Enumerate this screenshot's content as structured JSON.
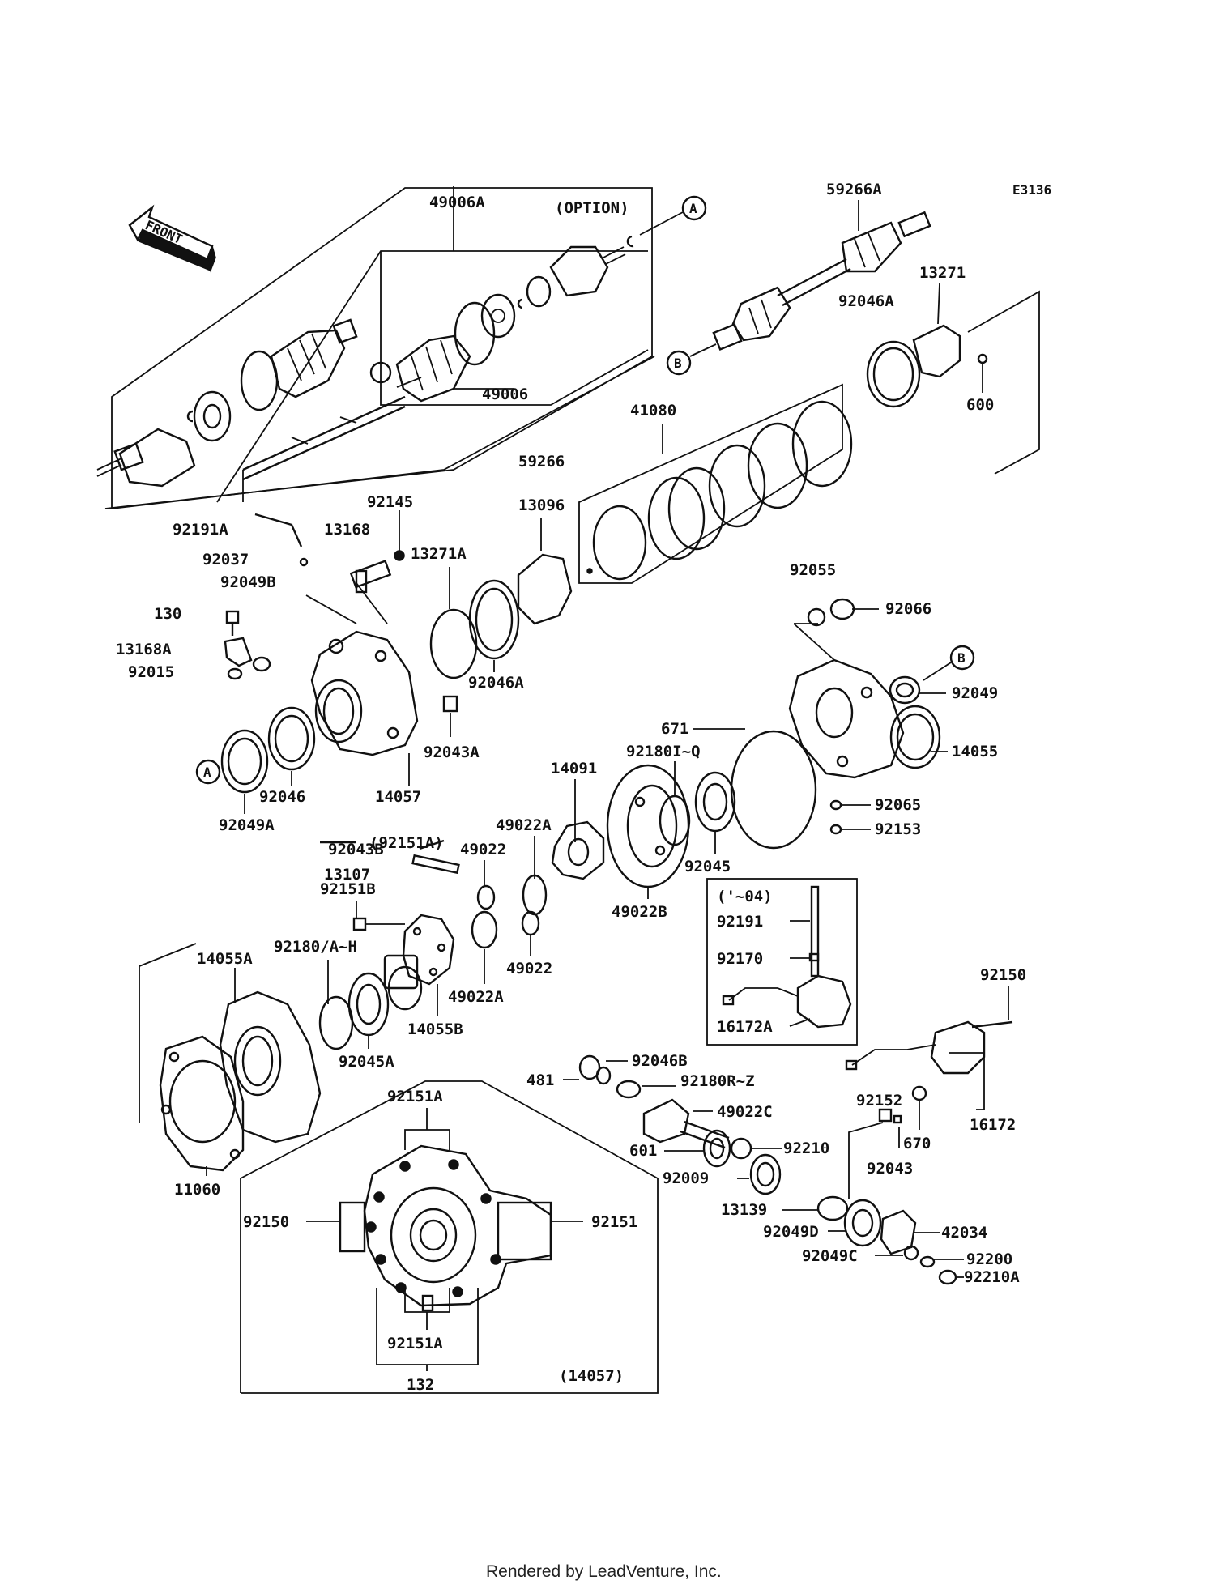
{
  "diagram_code": "E3136",
  "front_label": "FRONT",
  "callouts": {
    "A": "A",
    "B": "B"
  },
  "labels": {
    "l_49006A": "49006A",
    "l_option": "(OPTION)",
    "l_49006": "49006",
    "l_59266": "59266",
    "l_59266A": "59266A",
    "l_13271": "13271",
    "l_92046A_top": "92046A",
    "l_600": "600",
    "l_41080": "41080",
    "l_92145": "92145",
    "l_92191A": "92191A",
    "l_13168": "13168",
    "l_13096": "13096",
    "l_92037": "92037",
    "l_13271A": "13271A",
    "l_92049B": "92049B",
    "l_130": "130",
    "l_13168A": "13168A",
    "l_92015": "92015",
    "l_92046A_mid": "92046A",
    "l_92055": "92055",
    "l_92066": "92066",
    "l_92049": "92049",
    "l_14055": "14055",
    "l_671": "671",
    "l_92043A": "92043A",
    "l_92180IQ": "92180I~Q",
    "l_92046": "92046",
    "l_14057": "14057",
    "l_92049A": "92049A",
    "l_92151A_paren": "(92151A)",
    "l_14091": "14091",
    "l_92065": "92065",
    "l_92153": "92153",
    "l_49022A_top": "49022A",
    "l_92043B": "92043B",
    "l_49022_a": "49022",
    "l_13107": "13107",
    "l_92045": "92045",
    "l_04": "('~04)",
    "l_92151B": "92151B",
    "l_49022B": "49022B",
    "l_92191": "92191",
    "l_92170": "92170",
    "l_16172A": "16172A",
    "l_14055A": "14055A",
    "l_92180AH": "92180/A~H",
    "l_49022_b": "49022",
    "l_49022A_bot": "49022A",
    "l_14055B": "14055B",
    "l_92045A": "92045A",
    "l_92150_r": "92150",
    "l_92046B": "92046B",
    "l_481": "481",
    "l_92180RZ": "92180R~Z",
    "l_92151A_box": "92151A",
    "l_49022C": "49022C",
    "l_92152": "92152",
    "l_670": "670",
    "l_16172": "16172",
    "l_601": "601",
    "l_92210": "92210",
    "l_92043": "92043",
    "l_92009": "92009",
    "l_11060": "11060",
    "l_13139": "13139",
    "l_92150_box": "92150",
    "l_92151_box": "92151",
    "l_92049D": "92049D",
    "l_42034": "42034",
    "l_92049C": "92049C",
    "l_92200": "92200",
    "l_92210A": "92210A",
    "l_92151A_box2": "92151A",
    "l_132": "132",
    "l_14057_paren": "(14057)"
  },
  "footer": "Rendered by LeadVenture, Inc."
}
